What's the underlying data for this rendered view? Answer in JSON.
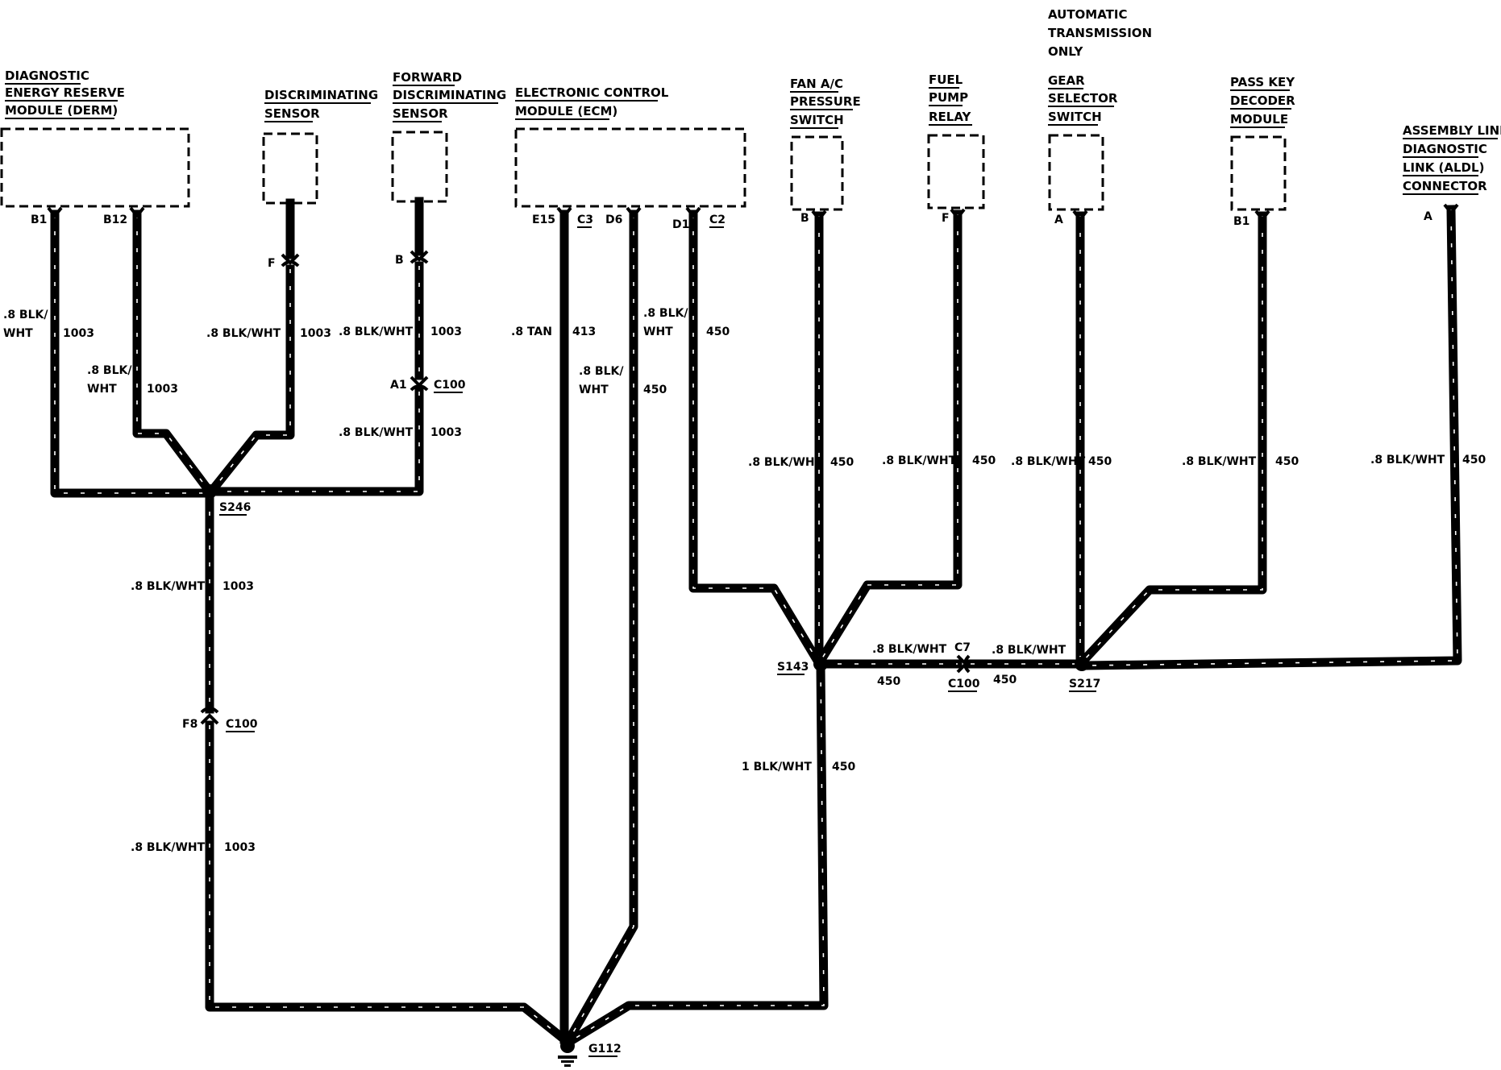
{
  "components": {
    "derm": {
      "line1": "DIAGNOSTIC",
      "line2": "ENERGY RESERVE",
      "line3": "MODULE (DERM)",
      "pin_b1": "B1",
      "pin_b12": "B12"
    },
    "disc_sensor": {
      "line1": "DISCRIMINATING",
      "line2": "SENSOR",
      "pin": "F"
    },
    "fwd_sensor": {
      "line1": "FORWARD",
      "line2": "DISCRIMINATING",
      "line3": "SENSOR",
      "pin": "B"
    },
    "ecm": {
      "line1": "ELECTRONIC CONTROL",
      "line2": "MODULE (ECM)",
      "pin_e15": "E15",
      "conn_c3": "C3",
      "pin_d6": "D6",
      "pin_d1": "D1",
      "conn_c2": "C2"
    },
    "fan_switch": {
      "line1": "FAN A/C",
      "line2": "PRESSURE",
      "line3": "SWITCH",
      "pin": "B"
    },
    "fuel_relay": {
      "line1": "FUEL",
      "line2": "PUMP",
      "line3": "RELAY",
      "pin": "F"
    },
    "gear_switch": {
      "note1": "AUTOMATIC",
      "note2": "TRANSMISSION",
      "note3": "ONLY",
      "line1": "GEAR",
      "line2": "SELECTOR",
      "line3": "SWITCH",
      "pin": "A"
    },
    "pass_key": {
      "line1": "PASS KEY",
      "line2": "DECODER",
      "line3": "MODULE",
      "pin": "B1"
    },
    "aldl": {
      "line1": "ASSEMBLY LINE",
      "line2": "DIAGNOSTIC",
      "line3": "LINK (ALDL)",
      "line4": "CONNECTOR",
      "pin": "A"
    }
  },
  "wires": {
    "derm_b1": {
      "color1": ".8 BLK/",
      "color2": "WHT",
      "circuit": "1003"
    },
    "derm_b12": {
      "color1": ".8 BLK/",
      "color2": "WHT",
      "circuit": "1003"
    },
    "disc": {
      "color": ".8 BLK/WHT",
      "circuit": "1003"
    },
    "fwd_upper": {
      "color": ".8 BLK/WHT",
      "circuit": "1003"
    },
    "fwd_lower": {
      "color": ".8 BLK/WHT",
      "circuit": "1003"
    },
    "s246_upper": {
      "color": ".8 BLK/WHT",
      "circuit": "1003"
    },
    "s246_lower": {
      "color": ".8 BLK/WHT",
      "circuit": "1003"
    },
    "ecm_e15": {
      "color": ".8 TAN",
      "circuit": "413"
    },
    "ecm_d6": {
      "color1": ".8 BLK/",
      "color2": "WHT",
      "circuit": "450"
    },
    "ecm_d1": {
      "color1": ".8 BLK/",
      "color2": "WHT",
      "circuit": "450"
    },
    "fan": {
      "color": ".8 BLK/WHT",
      "circuit": "450"
    },
    "fuel": {
      "color": ".8 BLK/WHT",
      "circuit": "450"
    },
    "gear": {
      "color": ".8 BLK/WHT",
      "circuit": "450"
    },
    "passkey": {
      "color": ".8 BLK/WHT",
      "circuit": "450"
    },
    "aldl": {
      "color": ".8  BLK/WHT",
      "circuit": "450"
    },
    "s143_s217_left": {
      "color": ".8 BLK/WHT",
      "circuit": "450"
    },
    "s143_s217_right": {
      "color": ".8 BLK/WHT",
      "circuit": "450"
    },
    "s143_ground": {
      "color": "1 BLK/WHT",
      "circuit": "450"
    }
  },
  "connectors": {
    "fwd_c100": {
      "pin": "A1",
      "name": "C100"
    },
    "s246_c100": {
      "pin": "F8",
      "name": "C100"
    },
    "s143_c100": {
      "pin": "C7",
      "name": "C100"
    }
  },
  "splices": {
    "s246": "S246",
    "s143": "S143",
    "s217": "S217"
  },
  "ground": {
    "name": "G112"
  }
}
